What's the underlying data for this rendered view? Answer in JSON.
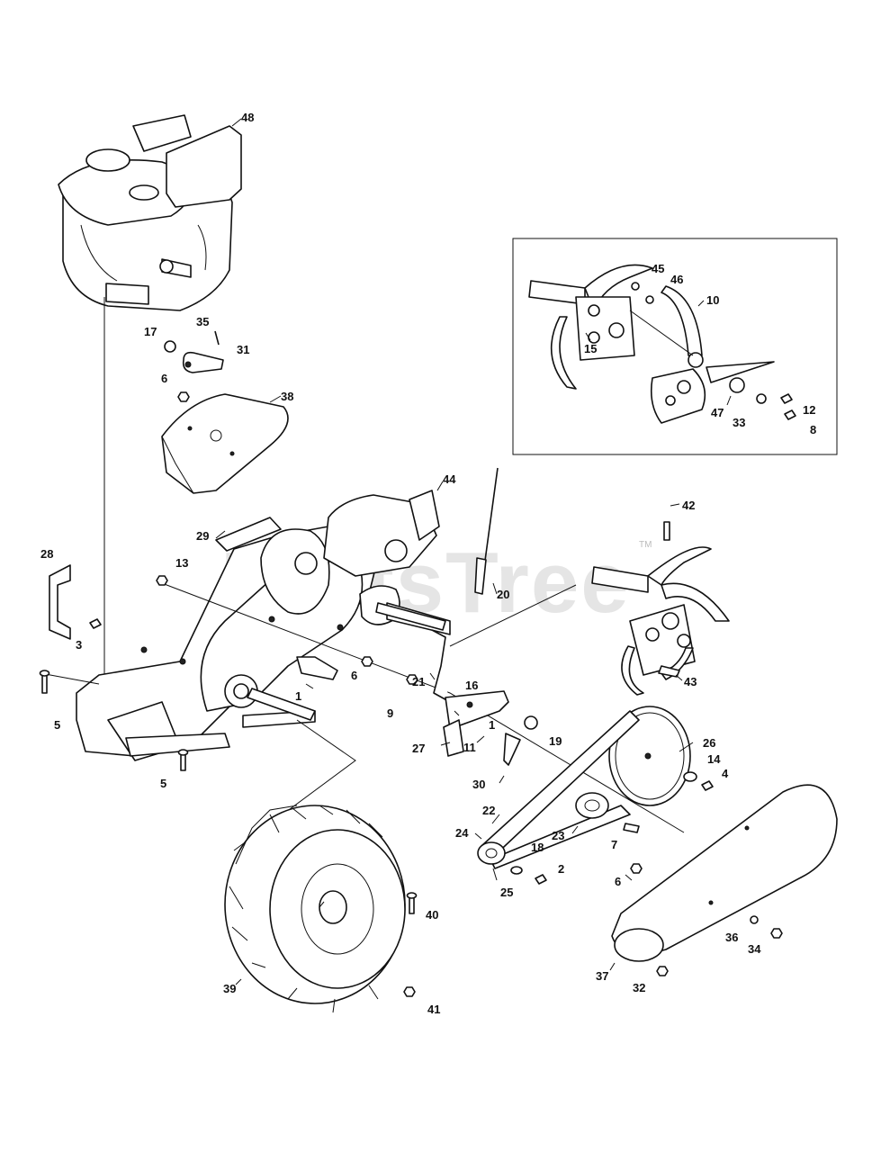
{
  "watermark": {
    "text": "PartsTree",
    "trademark": "TM"
  },
  "callouts": [
    {
      "label": "48"
    },
    {
      "label": "35"
    },
    {
      "label": "17"
    },
    {
      "label": "31"
    },
    {
      "label": "6"
    },
    {
      "label": "38"
    },
    {
      "label": "44"
    },
    {
      "label": "29"
    },
    {
      "label": "28"
    },
    {
      "label": "13"
    },
    {
      "label": "20"
    },
    {
      "label": "3"
    },
    {
      "label": "6"
    },
    {
      "label": "1"
    },
    {
      "label": "21"
    },
    {
      "label": "16"
    },
    {
      "label": "5"
    },
    {
      "label": "9"
    },
    {
      "label": "1"
    },
    {
      "label": "19"
    },
    {
      "label": "27"
    },
    {
      "label": "11"
    },
    {
      "label": "5"
    },
    {
      "label": "30"
    },
    {
      "label": "45"
    },
    {
      "label": "46"
    },
    {
      "label": "10"
    },
    {
      "label": "15"
    },
    {
      "label": "12"
    },
    {
      "label": "47"
    },
    {
      "label": "33"
    },
    {
      "label": "8"
    },
    {
      "label": "42"
    },
    {
      "label": "43"
    },
    {
      "label": "26"
    },
    {
      "label": "14"
    },
    {
      "label": "4"
    },
    {
      "label": "22"
    },
    {
      "label": "23"
    },
    {
      "label": "7"
    },
    {
      "label": "24"
    },
    {
      "label": "18"
    },
    {
      "label": "2"
    },
    {
      "label": "25"
    },
    {
      "label": "6"
    },
    {
      "label": "40"
    },
    {
      "label": "36"
    },
    {
      "label": "34"
    },
    {
      "label": "39"
    },
    {
      "label": "37"
    },
    {
      "label": "32"
    },
    {
      "label": "41"
    }
  ]
}
